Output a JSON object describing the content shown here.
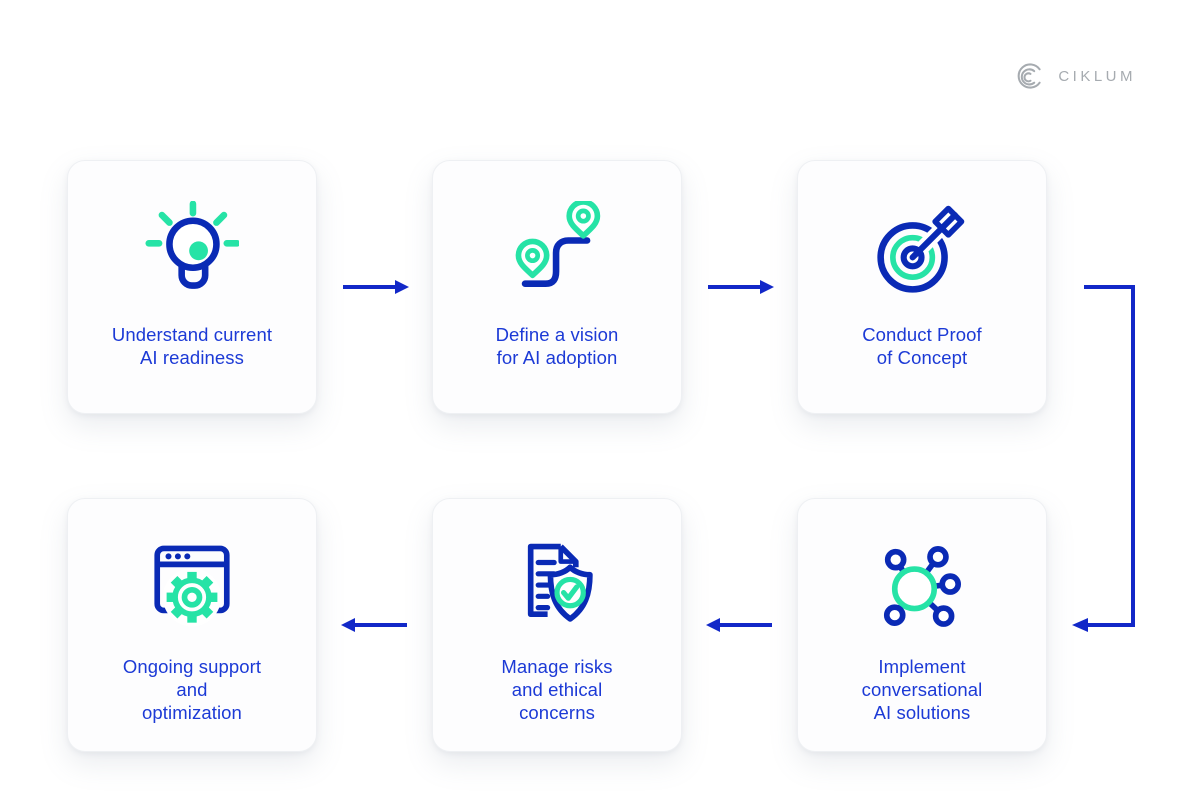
{
  "logo": {
    "text": "CIKLUM",
    "mark_icon": "ciklum-c-arcs-icon",
    "color": "#a6abb0"
  },
  "palette": {
    "icon_navy": "#0a2ab5",
    "brand_green": "#26e3a6",
    "text_blue": "#1c3ad6",
    "arrow_blue": "#1228c8",
    "card_background": "#fdfdfe",
    "card_border": "#eef0f3",
    "page_background": "#ffffff"
  },
  "steps": [
    {
      "label": "Understand current\nAI readiness",
      "icon": "lightbulb-icon"
    },
    {
      "label": "Define a vision\nfor AI adoption",
      "icon": "route-pins-icon"
    },
    {
      "label": "Conduct Proof\nof Concept",
      "icon": "target-dart-icon"
    },
    {
      "label": "Implement\nconversational\nAI solutions",
      "icon": "network-nodes-icon"
    },
    {
      "label": "Manage risks\nand ethical\nconcerns",
      "icon": "document-shield-check-icon"
    },
    {
      "label": "Ongoing support\nand\noptimization",
      "icon": "browser-gear-icon"
    }
  ]
}
